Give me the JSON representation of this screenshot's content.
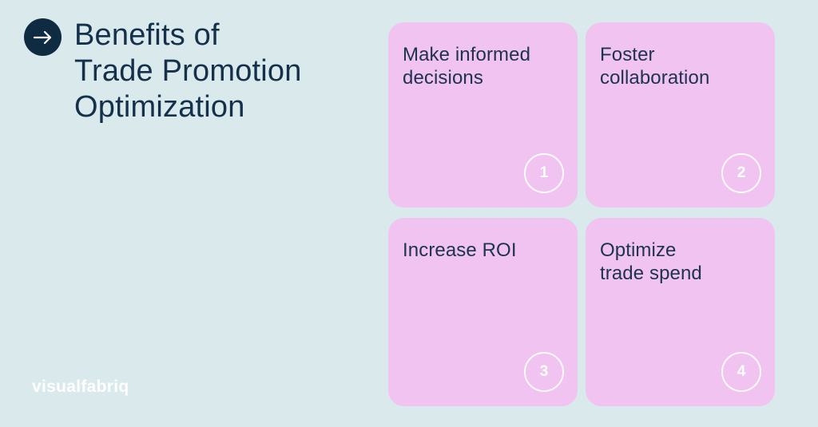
{
  "header": {
    "title_lines": [
      "Benefits of",
      "Trade Promotion",
      "Optimization"
    ],
    "icon": "arrow-right-icon"
  },
  "cards": [
    {
      "label_lines": [
        "Make informed",
        "decisions"
      ],
      "number": "1"
    },
    {
      "label_lines": [
        "Foster",
        "collaboration"
      ],
      "number": "2"
    },
    {
      "label_lines": [
        "Increase ROI"
      ],
      "number": "3"
    },
    {
      "label_lines": [
        "Optimize",
        "trade spend"
      ],
      "number": "4"
    }
  ],
  "footer": {
    "logo_text": "visualfabriq"
  },
  "colors": {
    "background": "#d9e9ec",
    "card_pink": "#f0c3f1",
    "title_navy": "#14304b",
    "card_text_navy": "#1d3350",
    "icon_circle_navy": "#0e2b41",
    "badge_outline_white": "#ffffff",
    "logo_white": "#ffffff"
  }
}
